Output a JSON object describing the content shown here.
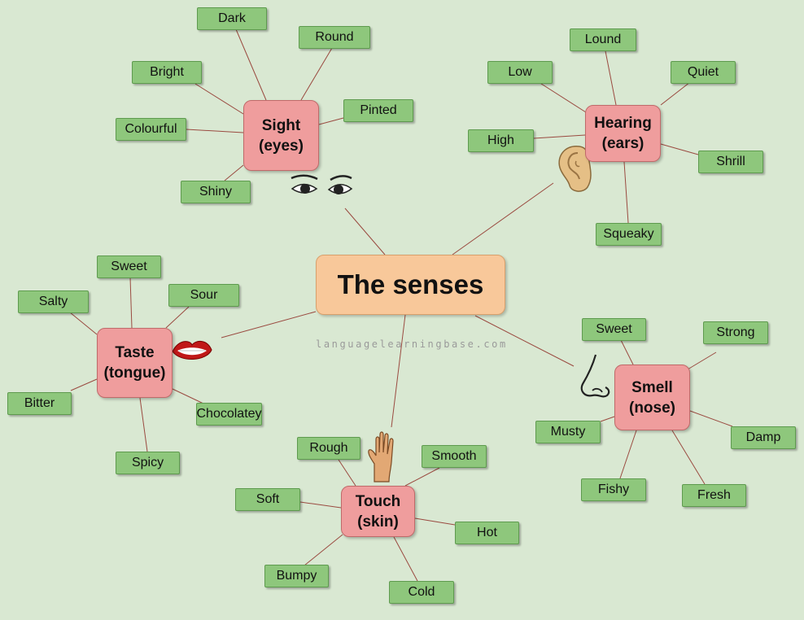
{
  "center": {
    "label": "The senses"
  },
  "watermark": "languagelearningbase.com",
  "colors": {
    "background": "#d9e8d2",
    "word_box": "#8ec77c",
    "sense_box": "#ef9d9d",
    "center_box": "#f8c89a",
    "link": "#9a4a40"
  },
  "senses": {
    "sight": {
      "label": "Sight",
      "organ": "(eyes)",
      "icon": "eyes-icon",
      "words": {
        "dark": "Dark",
        "round": "Round",
        "bright": "Bright",
        "pinted": "Pinted",
        "colourful": "Colourful",
        "shiny": "Shiny"
      }
    },
    "hearing": {
      "label": "Hearing",
      "organ": "(ears)",
      "icon": "ear-icon",
      "words": {
        "lound": "Lound",
        "low": "Low",
        "quiet": "Quiet",
        "high": "High",
        "shrill": "Shrill",
        "squeaky": "Squeaky"
      }
    },
    "taste": {
      "label": "Taste",
      "organ": "(tongue)",
      "icon": "mouth-icon",
      "words": {
        "sweet": "Sweet",
        "salty": "Salty",
        "sour": "Sour",
        "bitter": "Bitter",
        "chocolatey": "Chocolatey",
        "spicy": "Spicy"
      }
    },
    "smell": {
      "label": "Smell",
      "organ": "(nose)",
      "icon": "nose-icon",
      "words": {
        "sweet": "Sweet",
        "strong": "Strong",
        "musty": "Musty",
        "damp": "Damp",
        "fishy": "Fishy",
        "fresh": "Fresh"
      }
    },
    "touch": {
      "label": "Touch",
      "organ": "(skin)",
      "icon": "hand-icon",
      "words": {
        "rough": "Rough",
        "smooth": "Smooth",
        "soft": "Soft",
        "hot": "Hot",
        "bumpy": "Bumpy",
        "cold": "Cold"
      }
    }
  }
}
